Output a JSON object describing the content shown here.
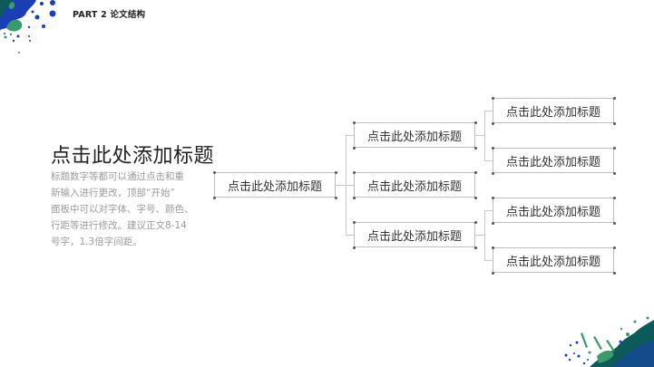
{
  "header": {
    "section_label": "PART 2 论文结构"
  },
  "intro": {
    "title": "点击此处添加标题",
    "description_lines": [
      "标题数字等都可以通过点击和重",
      "新输入进行更改，顶部“开始”",
      "面板中可以对字体、字号、颜色、",
      "行距等进行修改。建议正文8-14",
      "号字，1.3倍字间距。"
    ]
  },
  "tree": {
    "root": {
      "label": "点击此处添加标题"
    },
    "level2": [
      {
        "label": "点击此处添加标题"
      },
      {
        "label": "点击此处添加标题"
      },
      {
        "label": "点击此处添加标题"
      }
    ],
    "level3": [
      {
        "label": "点击此处添加标题"
      },
      {
        "label": "点击此处添加标题"
      },
      {
        "label": "点击此处添加标题"
      },
      {
        "label": "点击此处添加标题"
      }
    ]
  },
  "colors": {
    "splash_blue": "#1a3fb5",
    "splash_green": "#3a9a6a",
    "splash_dark": "#0d5a5a"
  }
}
